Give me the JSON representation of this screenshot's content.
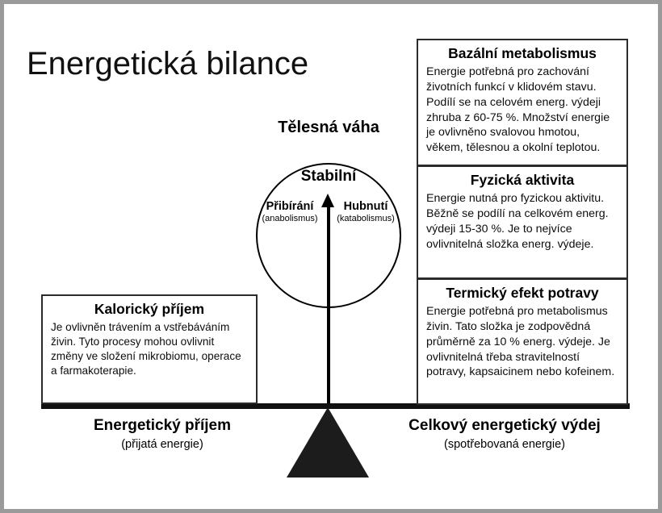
{
  "title": "Energetická bilance",
  "scale": {
    "label": "Tělesná váha",
    "circle": {
      "top_label": "Stabilní",
      "left_main": "Přibírání",
      "left_sub": "(anabolismus)",
      "right_main": "Hubnutí",
      "right_sub": "(katabolismus)"
    },
    "pointer_icon": "up-arrow-icon",
    "fulcrum_icon": "triangle-fulcrum-icon"
  },
  "boxes": {
    "intake": {
      "title": "Kalorický příjem",
      "body": "Je ovlivněn trávením a vstřebáváním živin. Tyto procesy mohou ovlivnit změny ve složení mikrobiomu, operace a farmakoterapie."
    },
    "bmr": {
      "title": "Bazální metabolismus",
      "body": "Energie potřebná pro zachování životních funkcí v klidovém stavu. Podílí se na celovém energ. výdeji zhruba z 60-75 %. Množství energie je ovlivněno svalovou hmotou, věkem, tělesnou a okolní teplotou."
    },
    "activity": {
      "title": "Fyzická aktivita",
      "body": "Energie nutná pro fyzickou aktivitu. Běžně se podílí na celkovém energ. výdeji 15-30 %. Je to nejvíce ovlivnitelná složka energ. výdeje."
    },
    "tef": {
      "title": "Termický efekt potravy",
      "body": "Energie potřebná pro metabolismus živin. Tato složka je zodpovědná průměrně za 10 % energ. výdeje. Je ovlivnitelná třeba stravitelností potravy, kapsaicinem nebo kofeinem."
    }
  },
  "captions": {
    "left_main": "Energetický příjem",
    "left_sub": "(přijatá energie)",
    "right_main": "Celkový energetický výdej",
    "right_sub": "(spotřebovaná energie)"
  },
  "colors": {
    "frame": "#9a9a9a",
    "ink": "#000000",
    "beam": "#111111",
    "fulcrum": "#1c1c1c",
    "background": "#ffffff"
  }
}
